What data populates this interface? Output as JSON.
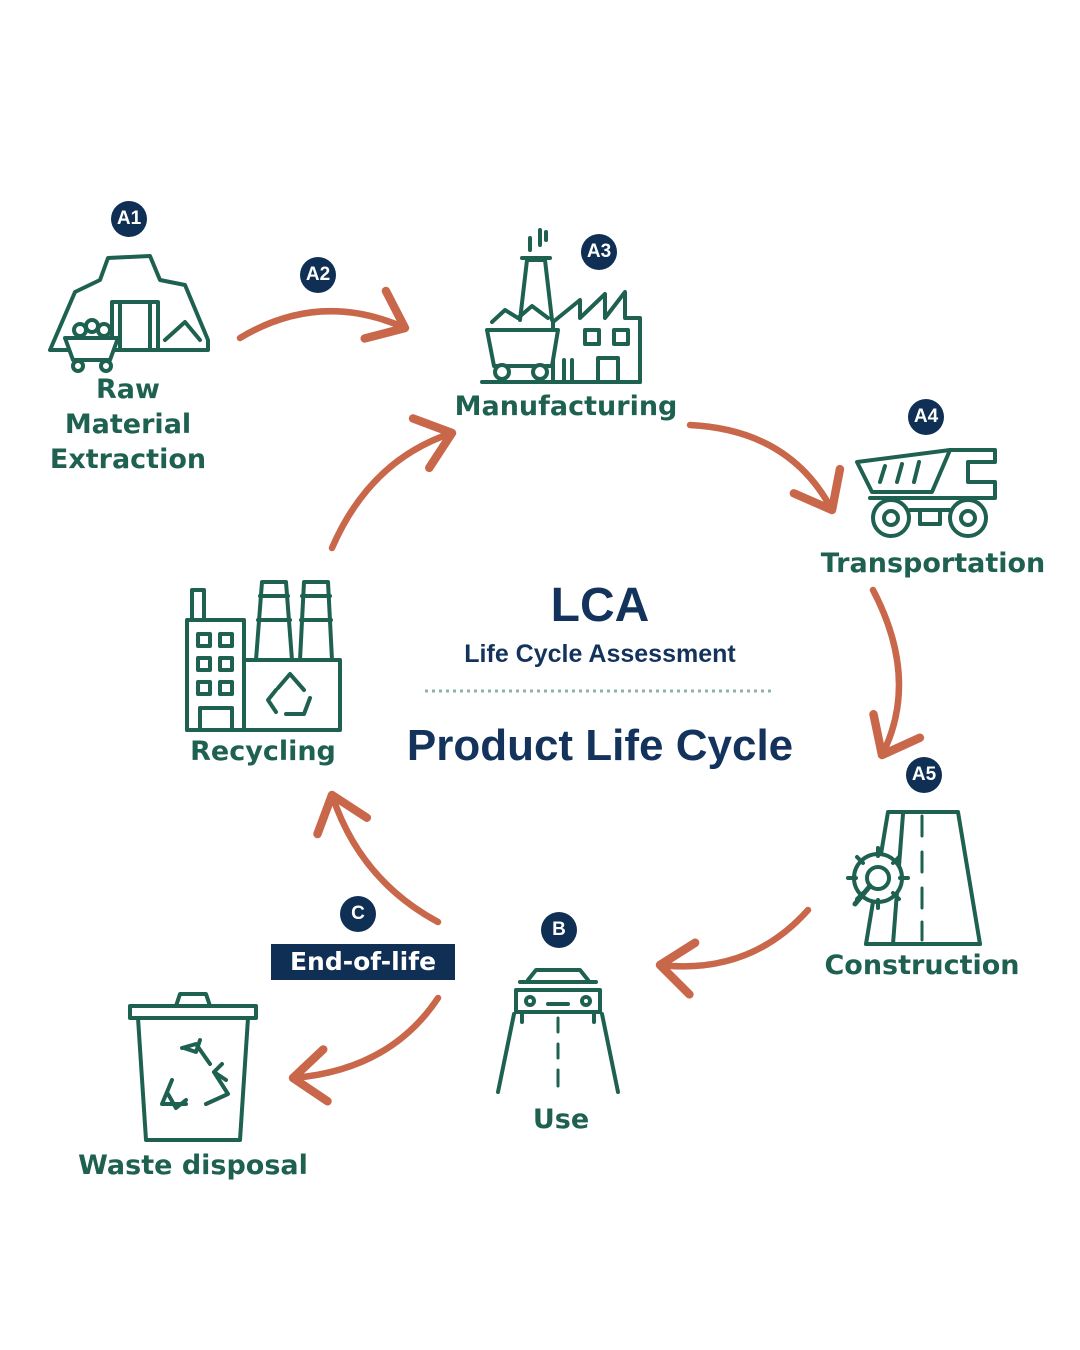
{
  "center": {
    "acronym": "LCA",
    "subtitle": "Life Cycle Assessment",
    "title": "Product Life Cycle"
  },
  "stages": {
    "raw_material": {
      "badge": "A1",
      "label_lines": [
        "Raw",
        "Material",
        "Extraction"
      ],
      "icon": "mine-cart-icon"
    },
    "transport_to_factory": {
      "badge": "A2"
    },
    "manufacturing": {
      "badge": "A3",
      "label": "Manufacturing",
      "icon": "factory-icon"
    },
    "transportation": {
      "badge": "A4",
      "label": "Transportation",
      "icon": "dump-truck-icon"
    },
    "construction": {
      "badge": "A5",
      "label": "Construction",
      "icon": "road-gear-icon"
    },
    "use": {
      "badge": "B",
      "label": "Use",
      "icon": "car-road-icon"
    },
    "end_of_life": {
      "badge": "C",
      "tag": "End-of-life"
    },
    "waste_disposal": {
      "label": "Waste disposal",
      "icon": "recycle-bin-icon"
    },
    "recycling": {
      "label": "Recycling",
      "icon": "recycling-plant-icon"
    }
  },
  "colors": {
    "icon": "#1f6150",
    "arrow": "#c9674a",
    "badge": "#0f2f55",
    "title": "#14335c",
    "divider": "#8fb3a2"
  }
}
